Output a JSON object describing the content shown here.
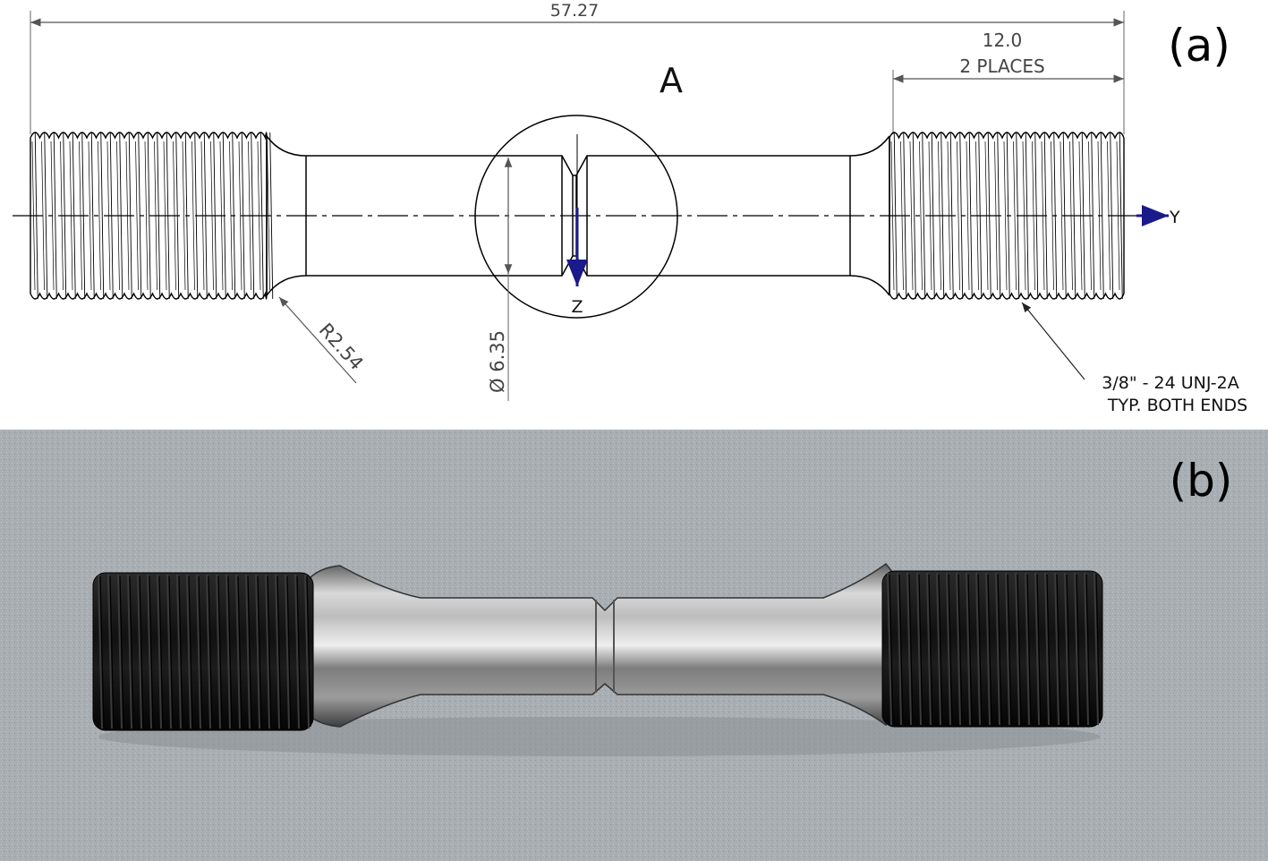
{
  "panel_a": {
    "tag": "(a)",
    "view_label": "A",
    "dim_overall": "57.27",
    "dim_thread_len": "12.0",
    "dim_thread_note": "2 PLACES",
    "dim_radius": "R2.54",
    "dim_diameter": "Ø 6.35",
    "axis_y": "Y",
    "axis_z": "Z",
    "thread_spec": "3/8\" - 24 UNJ-2A",
    "thread_note": "TYP. BOTH ENDS",
    "colors": {
      "line": "#000000",
      "dim": "#555555",
      "axis": "#1a1a8a"
    }
  },
  "panel_b": {
    "tag": "(b)",
    "colors": {
      "background": "#a9aeb3",
      "thread": "#141414",
      "steel": "#9a9a9a"
    }
  }
}
